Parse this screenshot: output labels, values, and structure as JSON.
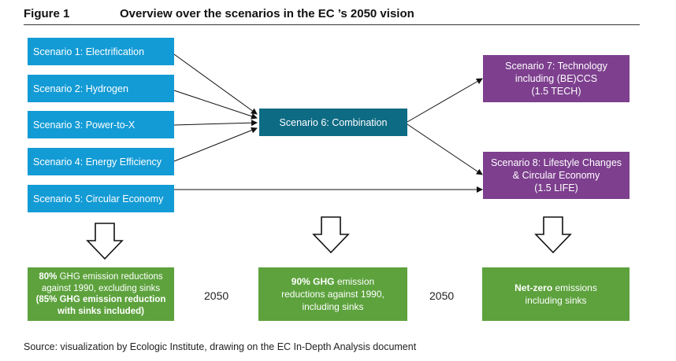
{
  "header": {
    "figure_label": "Figure 1",
    "title": "Overview over the scenarios in the EC ’s 2050 vision"
  },
  "scenarios_left": [
    {
      "label": "Scenario 1: Electrification"
    },
    {
      "label": "Scenario 2: Hydrogen"
    },
    {
      "label": "Scenario 3: Power-to-X"
    },
    {
      "label": "Scenario 4: Energy Efficiency"
    },
    {
      "label": "Scenario 5: Circular Economy"
    }
  ],
  "combination": {
    "label": "Scenario 6: Combination"
  },
  "scenarios_right": [
    {
      "line1": "Scenario 7: Technology",
      "line2": "including (BE)CCS",
      "line3": "(1.5 TECH)"
    },
    {
      "line1": "Scenario 8: Lifestyle Changes",
      "line2": "& Circular Economy",
      "line3": "(1.5 LIFE)"
    }
  ],
  "outcomes": [
    {
      "bold1": "80%",
      "text1": " GHG emission reductions",
      "text2": "against 1990, excluding sinks",
      "bold3": "(85% GHG emission reduction",
      "bold4": "with sinks included)"
    },
    {
      "bold1": "90% GHG",
      "text1": " emission",
      "text2": "reductions against 1990,",
      "text3": "including sinks"
    },
    {
      "bold1": "Net-zero",
      "text1": " emissions",
      "text2": "including sinks"
    }
  ],
  "years": [
    "2050",
    "2050"
  ],
  "source": "Source: visualization by Ecologic Institute, drawing on the EC In-Depth Analysis document",
  "colors": {
    "blue": "#139bd5",
    "teal": "#0e6b84",
    "purple": "#7d3f8e",
    "green": "#5da23d"
  }
}
